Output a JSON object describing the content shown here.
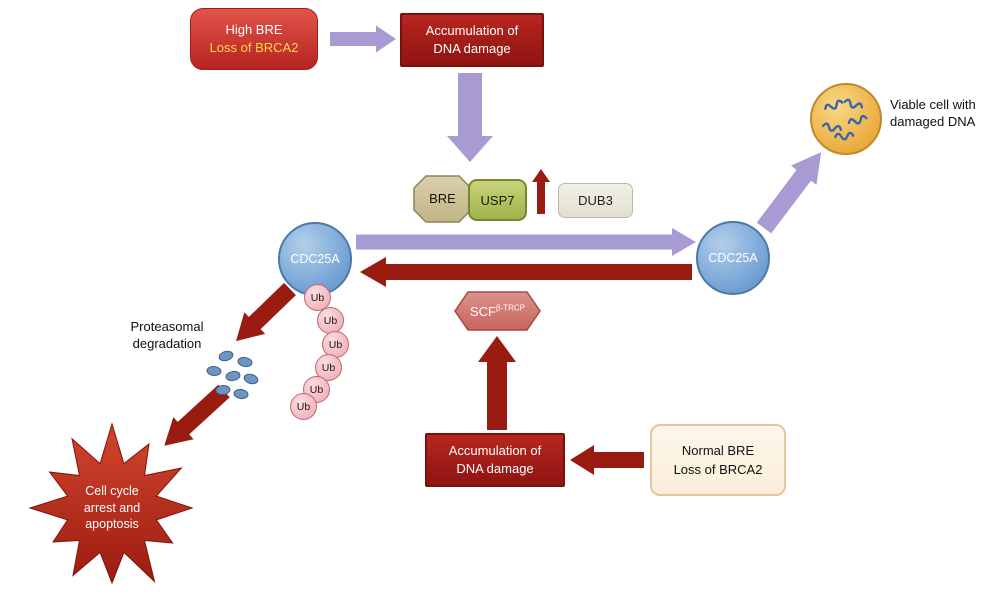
{
  "colors": {
    "arrow_purple": "#a89bd4",
    "arrow_dark_red": "#9a1b10",
    "box_dark_red": "#a01a17",
    "high_bre_red": "#c4342c",
    "yellow_text": "#ffd44d",
    "bre_tan": "#cfc49c",
    "usp7_green": "#b3c35f",
    "dub3_gray": "#ebe9dd",
    "cdc25a_blue": "#7fa9d9",
    "ub_pink": "#f5cdd2",
    "viable_cell_yellow": "#f3c05c",
    "dna_squiggle_blue": "#3767a8",
    "scf_pink": "#d5837d",
    "starburst_red": "#bf3527",
    "proteasome_dot_blue": "#6d95c1"
  },
  "nodes": {
    "high_bre": {
      "line1": "High BRE",
      "line2": "Loss of BRCA2"
    },
    "accumulation_top": {
      "line1": "Accumulation of",
      "line2": "DNA damage"
    },
    "bre": {
      "label": "BRE"
    },
    "usp7": {
      "label": "USP7"
    },
    "dub3": {
      "label": "DUB3"
    },
    "cdc25a_left": {
      "label": "CDC25A"
    },
    "cdc25a_right": {
      "label": "CDC25A"
    },
    "viable_cell": {
      "line1": "Viable cell with",
      "line2": "damaged DNA"
    },
    "ub_chain": [
      "Ub",
      "Ub",
      "Ub",
      "Ub",
      "Ub",
      "Ub"
    ],
    "proteasomal": {
      "line1": "Proteasomal",
      "line2": "degradation"
    },
    "cell_cycle": {
      "line1": "Cell cycle",
      "line2": "arrest and",
      "line3": "apoptosis"
    },
    "scf": {
      "label": "SCF",
      "sup": "β-TRCP"
    },
    "accumulation_bottom": {
      "line1": "Accumulation of",
      "line2": "DNA damage"
    },
    "normal_bre": {
      "line1": "Normal BRE",
      "line2": "Loss of BRCA2"
    }
  }
}
